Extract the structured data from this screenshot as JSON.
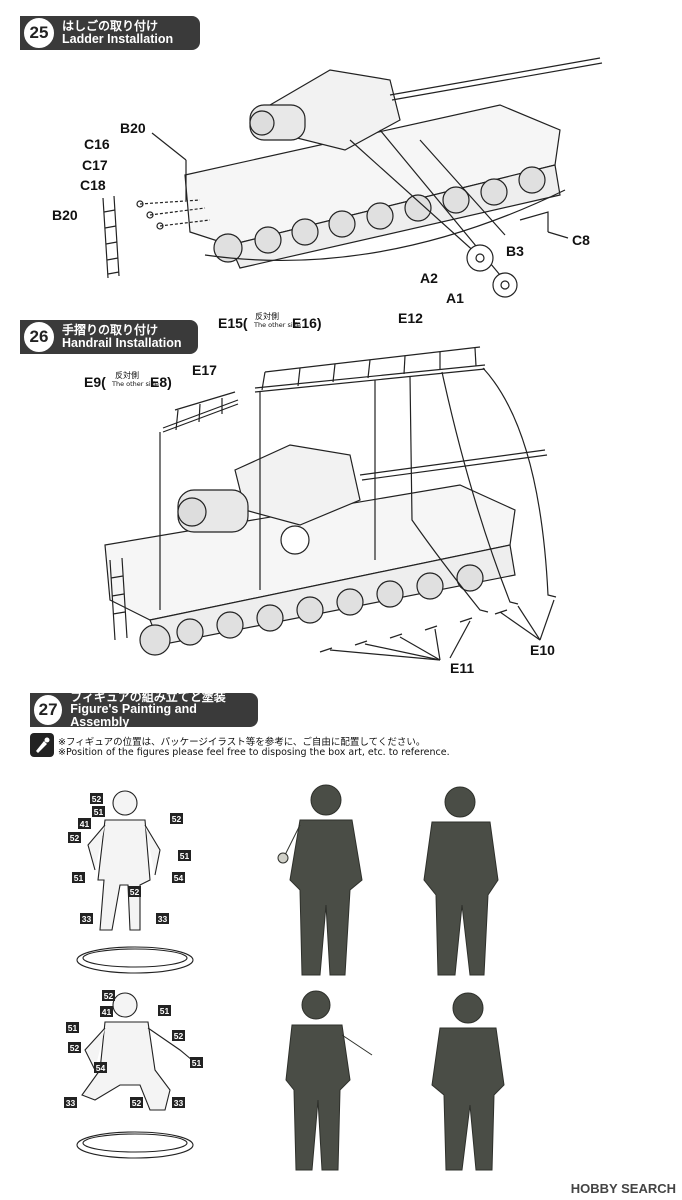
{
  "steps": [
    {
      "number": "25",
      "title_jp": "はしごの取り付け",
      "title_en": "Ladder Installation"
    },
    {
      "number": "26",
      "title_jp": "手摺りの取り付け",
      "title_en": "Handrail Installation"
    },
    {
      "number": "27",
      "title_jp": "フィギュアの組み立てと塗装",
      "title_en": "Figure's Painting and Assembly"
    }
  ],
  "step25_parts": {
    "b20_top": "B20",
    "c16": "C16",
    "c17": "C17",
    "c18": "C18",
    "b20_bottom": "B20",
    "b3": "B3",
    "c8": "C8",
    "a2": "A2",
    "a1": "A1"
  },
  "step26_parts": {
    "e15": "E15(",
    "e15_note_jp": "反対側",
    "e15_note_en": "The other side",
    "e16": "E16)",
    "e12": "E12",
    "e17": "E17",
    "e9": "E9(",
    "e9_note_jp": "反対側",
    "e9_note_en": "The other side",
    "e8": "E8)",
    "e10": "E10",
    "e11": "E11"
  },
  "step27_notes": {
    "note_jp": "※フィギュアの位置は、パッケージイラスト等を参考に、ご自由に配置してください。",
    "note_en": "※Position of the figures please feel free to disposing the box art, etc. to reference."
  },
  "figure_parts": [
    "52",
    "51",
    "41",
    "52",
    "52",
    "51",
    "51",
    "54",
    "52",
    "33",
    "33",
    "52",
    "41",
    "51",
    "51",
    "52",
    "52",
    "51",
    "54",
    "33",
    "52",
    "33"
  ],
  "watermark": "HOBBY SEARCH",
  "icons": [
    "paint-brush-icon"
  ]
}
